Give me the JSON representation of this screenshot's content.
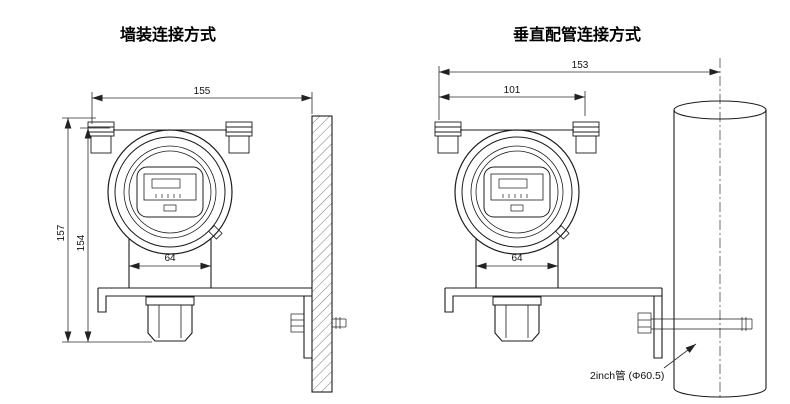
{
  "colors": {
    "line": "#1c1c1c",
    "dimension": "#2b2b2b",
    "background": "#ffffff"
  },
  "left_drawing": {
    "title": "墙装连接方式",
    "dims": {
      "top_width": "155",
      "overall_height": "157",
      "inner_height": "154",
      "neck_width": "64"
    }
  },
  "right_drawing": {
    "title": "垂直配管连接方式",
    "dims": {
      "top_width": "153",
      "inner_width": "101",
      "neck_width": "64"
    },
    "pipe_label": "2inch管 (Φ60.5)"
  }
}
